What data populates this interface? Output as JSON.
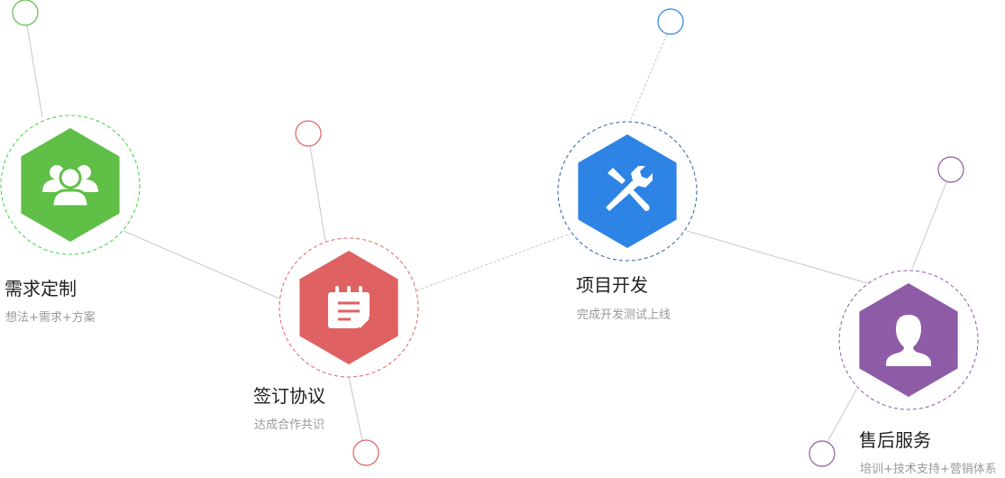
{
  "steps": [
    {
      "title": "需求定制",
      "subtitle": "想法+需求+方案",
      "color": "#5fbf47",
      "ring": "#3ad43a",
      "icon": "users-icon"
    },
    {
      "title": "签订协议",
      "subtitle": "达成合作共识",
      "color": "#e06161",
      "ring": "#e06161",
      "icon": "notepad-icon"
    },
    {
      "title": "项目开发",
      "subtitle": "完成开发测试上线",
      "color": "#2e84e4",
      "ring": "#2e5fa8",
      "icon": "tools-icon"
    },
    {
      "title": "售后服务",
      "subtitle": "培训+技术支持+营销体系",
      "color": "#8e5ca7",
      "ring": "#8e5ca7",
      "icon": "user-icon"
    }
  ]
}
